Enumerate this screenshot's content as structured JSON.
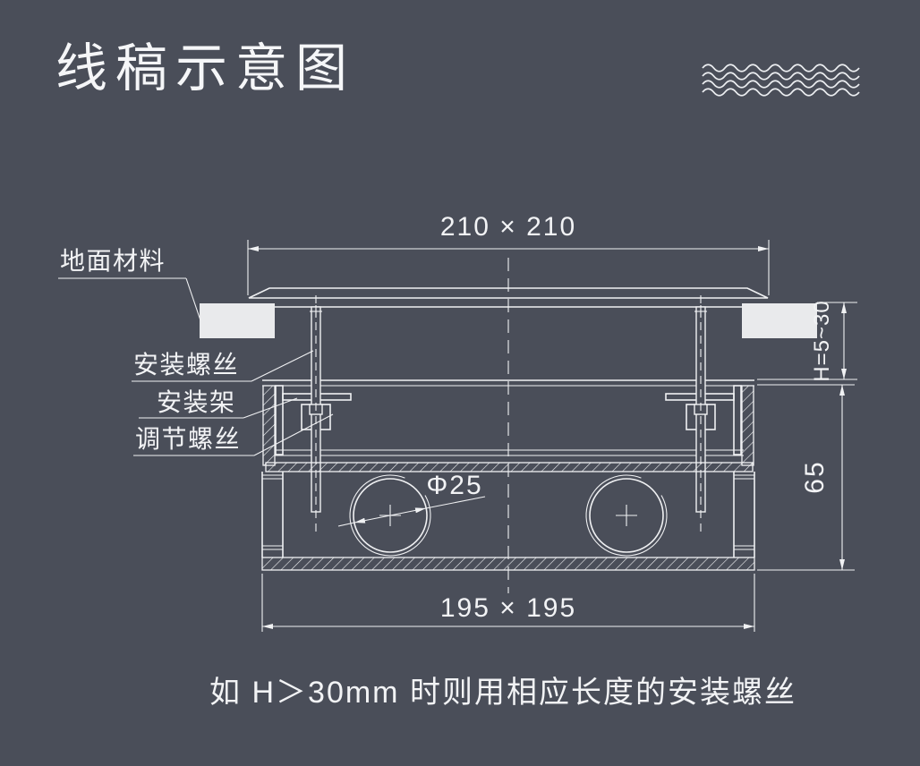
{
  "title": "线稿示意图",
  "caption": "如 H＞30mm 时则用相应长度的安装螺丝",
  "diagram": {
    "labels": {
      "floor_material": "地面材料",
      "mounting_screw": "安装螺丝",
      "mounting_bracket": "安装架",
      "adjusting_screw": "调节螺丝"
    },
    "dimensions": {
      "top_opening": "210 × 210",
      "bottom_box": "195 × 195",
      "knockout_diameter": "Φ25",
      "floor_thickness": "H=5~30",
      "box_depth": "65"
    }
  },
  "decoration": {
    "icon": "wave-lines"
  },
  "colors": {
    "background": "#4a4e59",
    "line": "#f0f1f3",
    "floor_block_fill": "#e9eaec"
  }
}
